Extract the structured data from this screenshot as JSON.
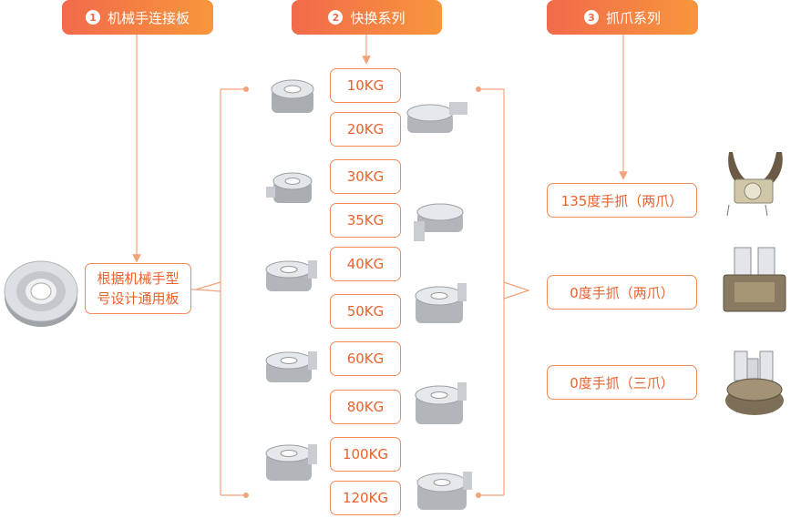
{
  "tabs": [
    {
      "num": "1",
      "label": "机械手连接板"
    },
    {
      "num": "2",
      "label": "快换系列"
    },
    {
      "num": "3",
      "label": "抓爪系列"
    }
  ],
  "plate": {
    "label": "根据机械手型号设计通用板"
  },
  "quick_change": [
    "10KG",
    "20KG",
    "30KG",
    "35KG",
    "40KG",
    "50KG",
    "60KG",
    "80KG",
    "100KG",
    "120KG"
  ],
  "grippers": [
    "135度手抓（两爪）",
    "0度手抓（两爪）",
    "0度手抓（三爪）"
  ],
  "colors": {
    "accent": "#f26a4b",
    "accent2": "#f7963c",
    "line": "#f3a27a",
    "text": "#e8622e"
  }
}
